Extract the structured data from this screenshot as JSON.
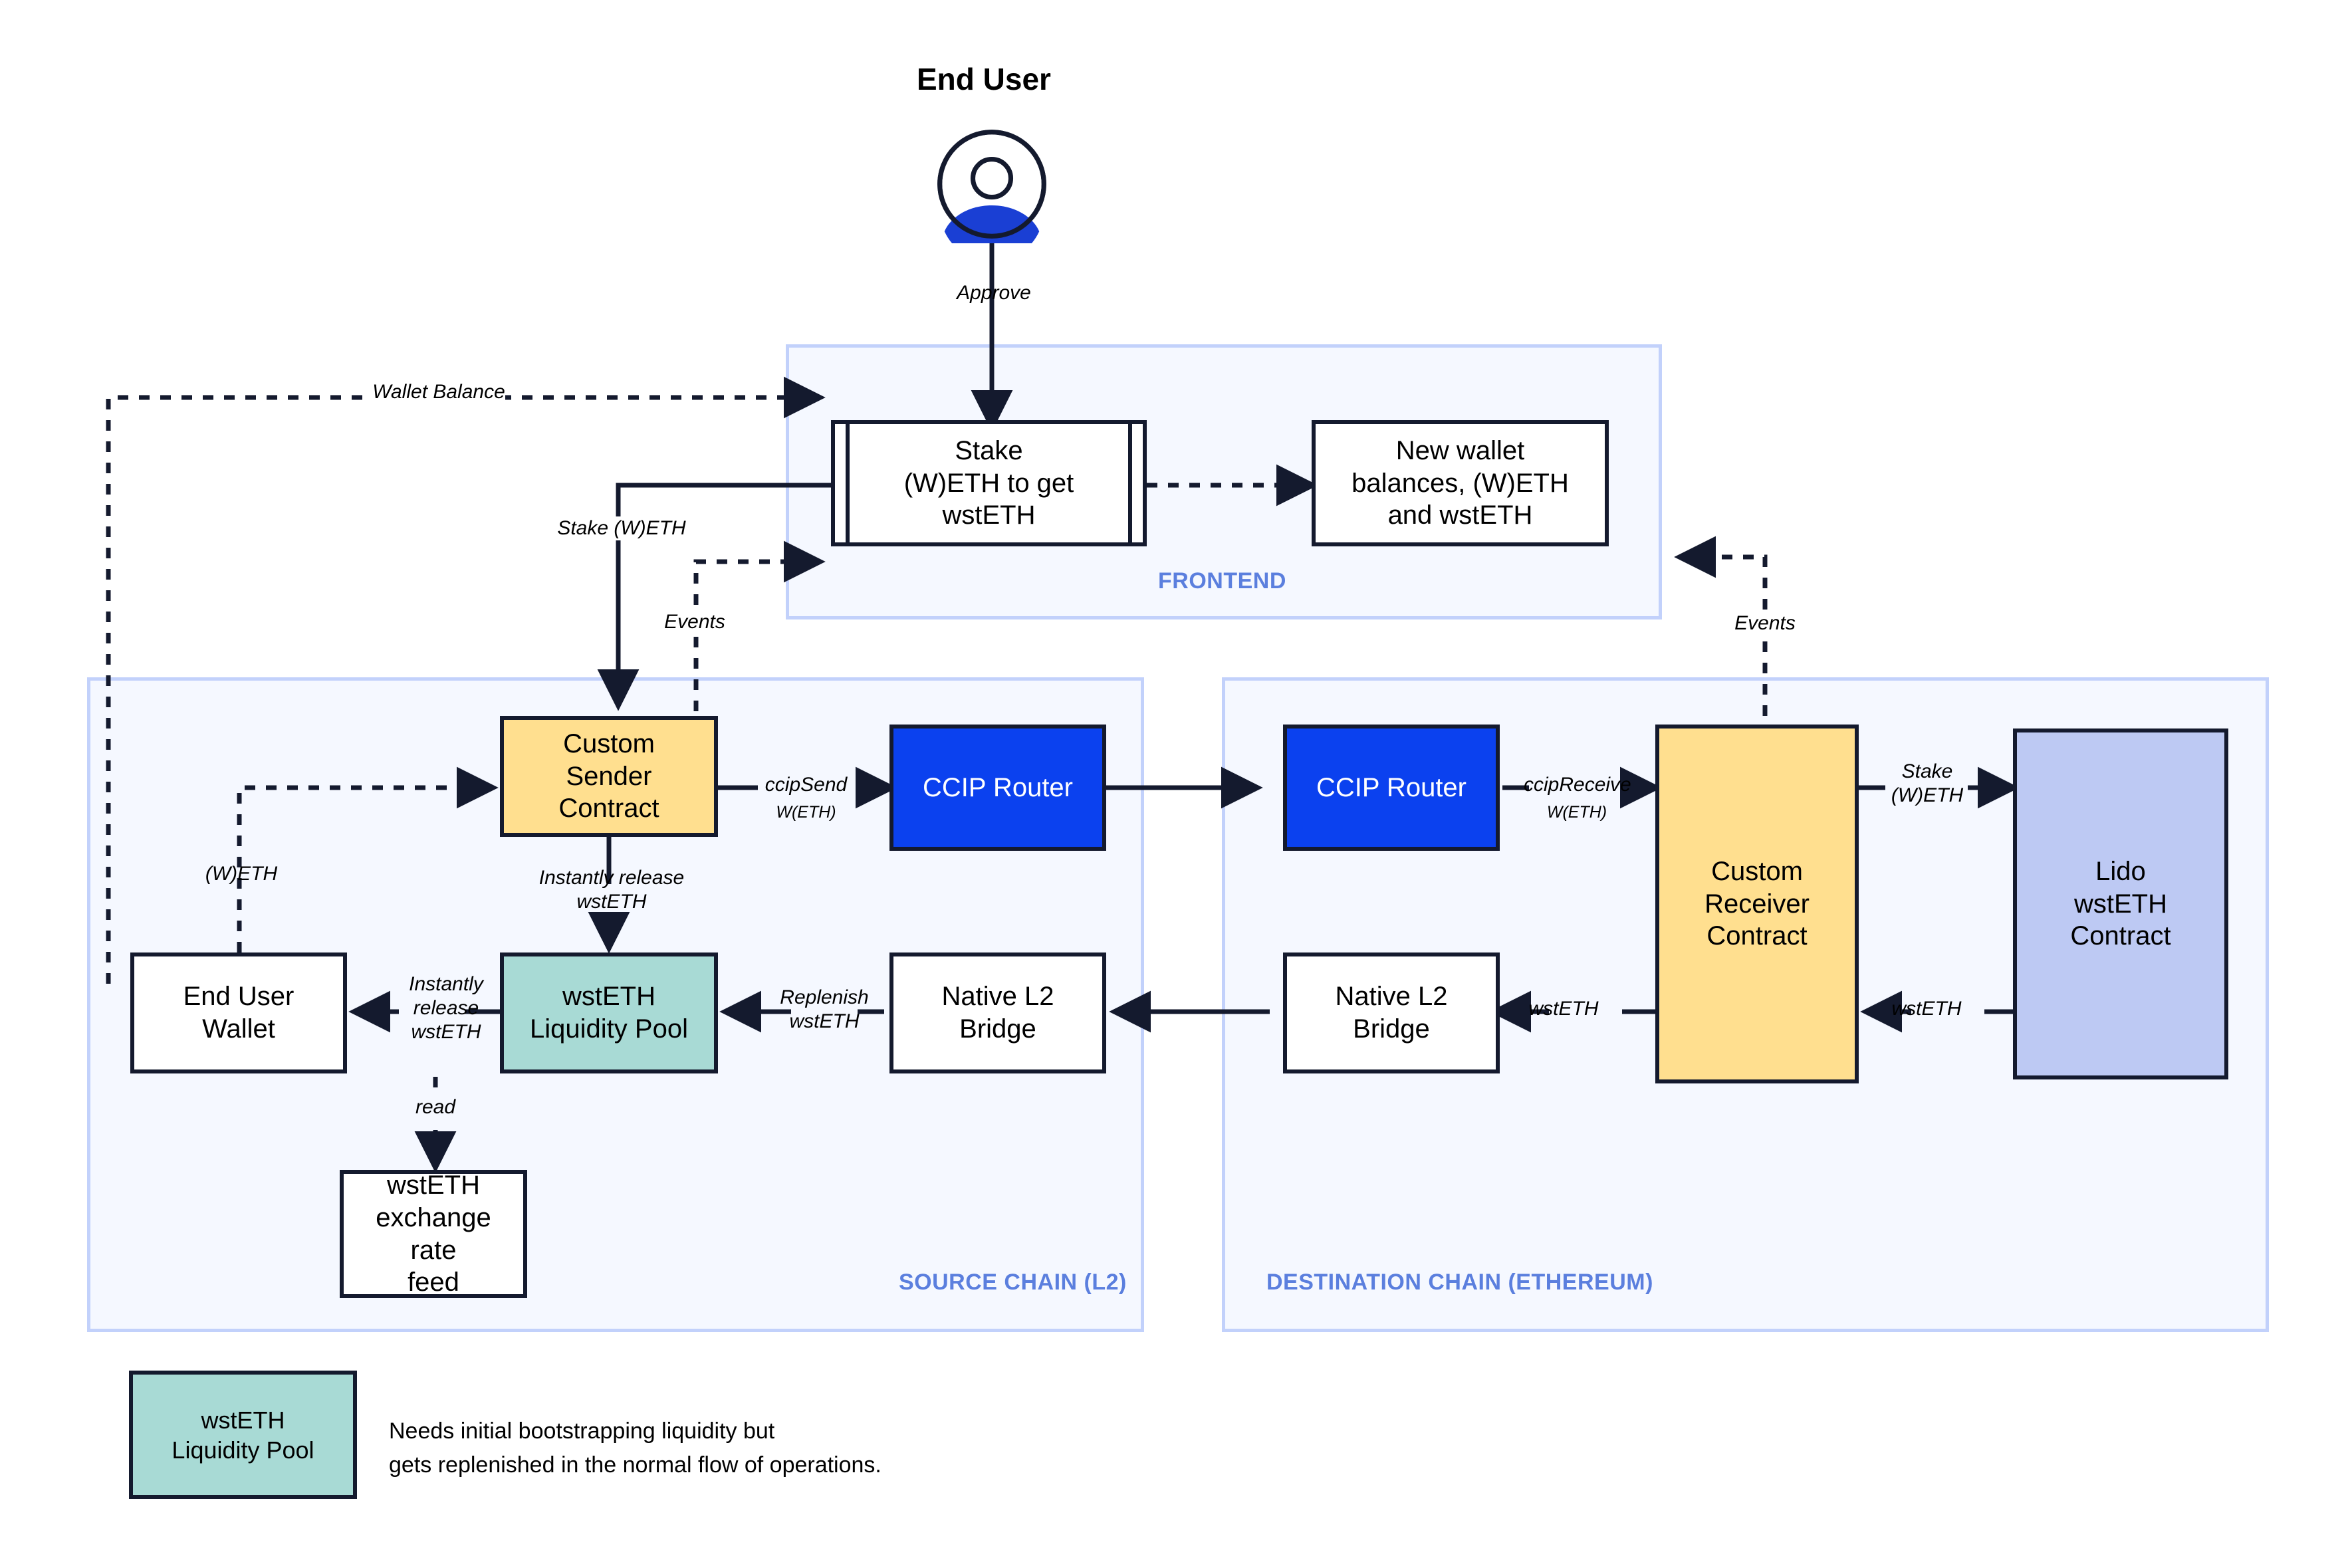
{
  "diagram": {
    "title": "CCIP wstETH cross-chain staking architecture",
    "colors": {
      "zone_fill": "#f5f8ff",
      "zone_border": "#c2d1fb",
      "zone_label": "#5b7fde",
      "node_border": "#141a2e",
      "yellow": "#ffdf8f",
      "teal": "#a8dad5",
      "ccip_blue": "#0b41ef",
      "periwinkle": "#bdc9f3",
      "avatar_blue": "#1a3fd4"
    }
  },
  "actor": {
    "title": "End User",
    "icon": "user-avatar-icon",
    "approve_label": "Approve"
  },
  "zones": [
    {
      "key": "frontend",
      "label": "FRONTEND"
    },
    {
      "key": "source",
      "label": "SOURCE CHAIN (L2)"
    },
    {
      "key": "destination",
      "label": "DESTINATION CHAIN (ETHEREUM)"
    }
  ],
  "nodes": {
    "stake_form": "Stake\n(W)ETH to get\nwstETH",
    "new_balances": "New wallet\nbalances, (W)ETH\nand wstETH",
    "sender_contract": "Custom\nSender Contract",
    "ccip_router_src": "CCIP Router",
    "ccip_router_dst": "CCIP Router",
    "receiver_contract": "Custom\nReceiver\nContract",
    "lido_contract": "Lido\nwstETH\nContract",
    "end_user_wallet": "End User\nWallet",
    "liquidity_pool": "wstETH\nLiquidity Pool",
    "native_bridge_src": "Native L2\nBridge",
    "native_bridge_dst": "Native L2\nBridge",
    "exchange_rate_feed": "wstETH\nexchange rate\nfeed"
  },
  "edge_labels": {
    "approve": "Approve",
    "wallet_balance": "Wallet Balance",
    "stake_weth": "Stake (W)ETH",
    "events_left": "Events",
    "events_right": "Events",
    "ccip_send": "ccipSend",
    "ccip_send_sub": "W(ETH)",
    "ccip_receive": "ccipReceive",
    "ccip_receive_sub": "W(ETH)",
    "stake_weth_right": "Stake\n(W)ETH",
    "weth_left": "(W)ETH",
    "instantly_release_wsteth_down": "Instantly release\nwstETH",
    "instantly_release_wsteth_left": "Instantly\nrelease\nwstETH",
    "replenish_wsteth": "Replenish\nwstETH",
    "wsteth_mid": "wstETH",
    "wsteth_right": "wstETH",
    "read": "read"
  },
  "legend": {
    "swatch_label": "wstETH\nLiquidity Pool",
    "note": "Needs initial bootstrapping liquidity but\ngets replenished in the normal flow of operations."
  }
}
